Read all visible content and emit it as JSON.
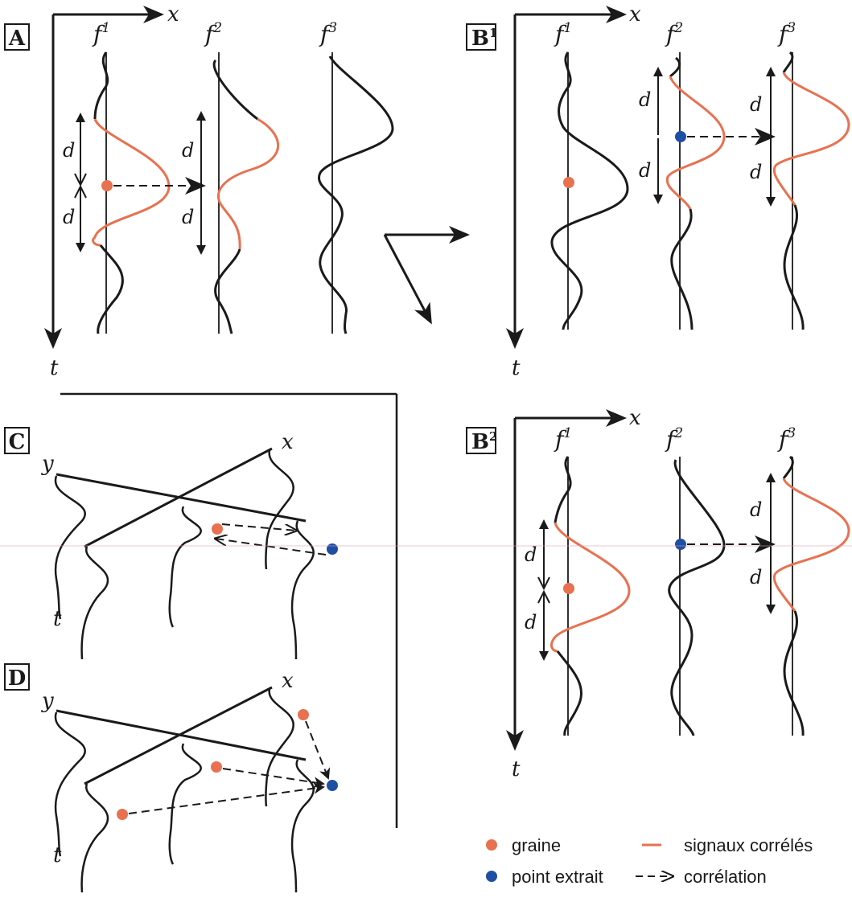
{
  "colors": {
    "ink": "#1a1a1a",
    "seed": "#e8714f",
    "extracted": "#1f4fa3",
    "correlated": "#e8714f"
  },
  "panels": {
    "A": {
      "label": "A",
      "sup": ""
    },
    "B1": {
      "label": "B",
      "sup": "1"
    },
    "B2": {
      "label": "B",
      "sup": "2"
    },
    "C": {
      "label": "C",
      "sup": ""
    },
    "D": {
      "label": "D",
      "sup": ""
    }
  },
  "axes": {
    "x": "x",
    "t": "t",
    "y": "y"
  },
  "traces": {
    "f": "f",
    "s1": "1",
    "s2": "2",
    "s3": "3"
  },
  "distance": "d",
  "legend": {
    "seed": "graine",
    "extracted": "point extrait",
    "correlated": "signaux corrélés",
    "correlation": "corrélation"
  }
}
